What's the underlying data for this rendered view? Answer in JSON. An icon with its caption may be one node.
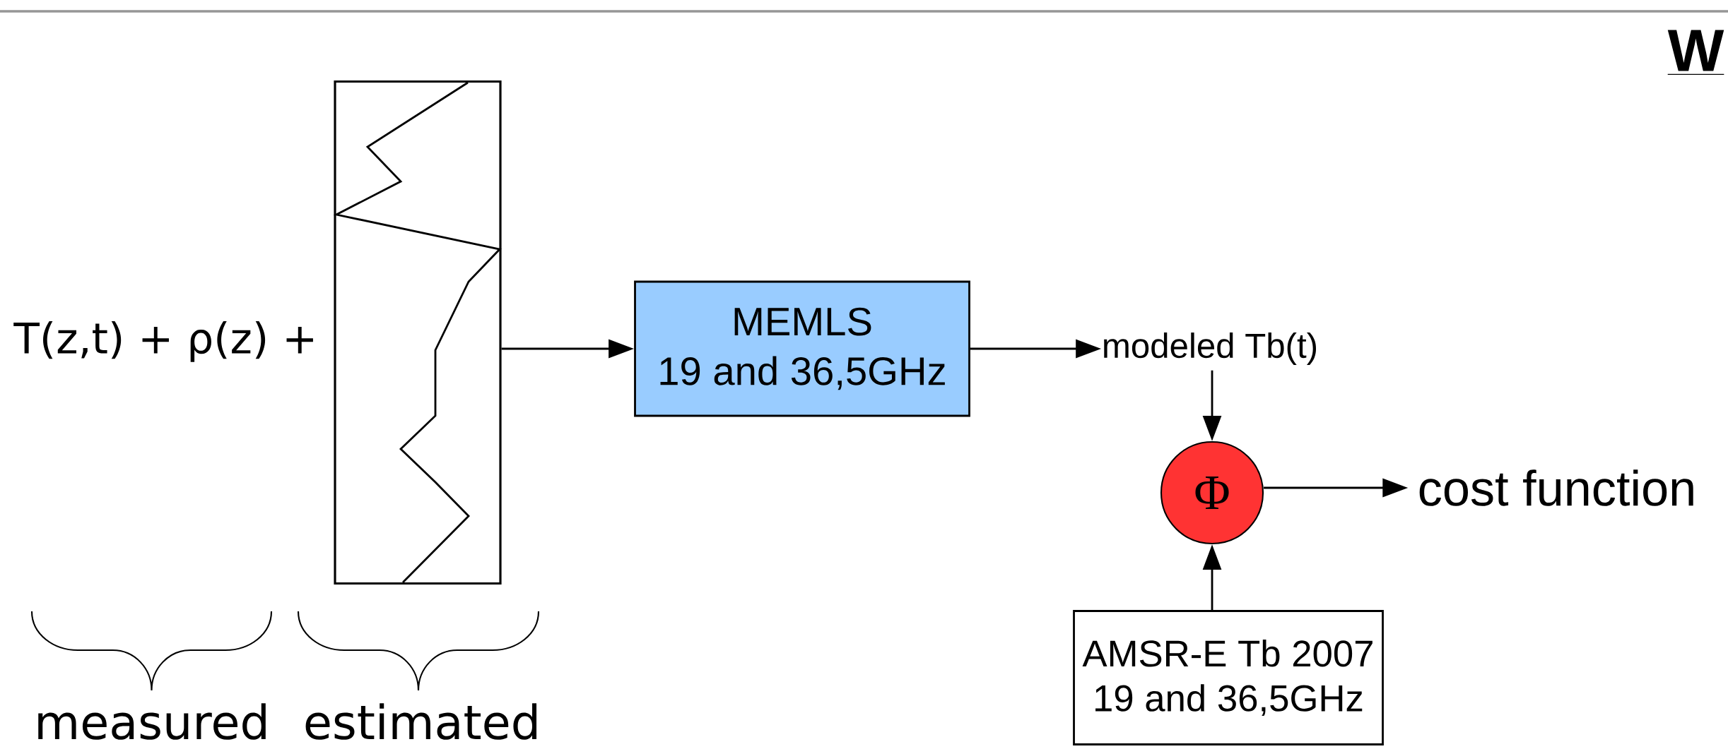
{
  "diagram": {
    "nodes": [
      {
        "text": [],
        "shape": "box"
      },
      {
        "text": [
          "MEMLS",
          "19 and 36,5GHz"
        ]
      },
      {
        "text": [
          "modeled Tb(t)"
        ]
      },
      {
        "text": [
          "Φ"
        ]
      },
      {
        "text": [
          "cost function"
        ]
      },
      {
        "text": [
          "AMSR-E Tb 2007",
          "19 and 36,5GHz"
        ]
      }
    ],
    "edges": [
      {
        "from": 0,
        "to": 1,
        "arrow": "to"
      },
      {
        "from": 1,
        "to": 2,
        "arrow": "to"
      },
      {
        "from": 2,
        "to": 3,
        "arrow": "to"
      },
      {
        "from": 5,
        "to": 3,
        "arrow": "to"
      },
      {
        "from": 3,
        "to": 4,
        "arrow": "to"
      }
    ],
    "labels": [
      "W",
      "T(z,t) + ρ(z) +",
      "measured",
      "estimated"
    ]
  }
}
